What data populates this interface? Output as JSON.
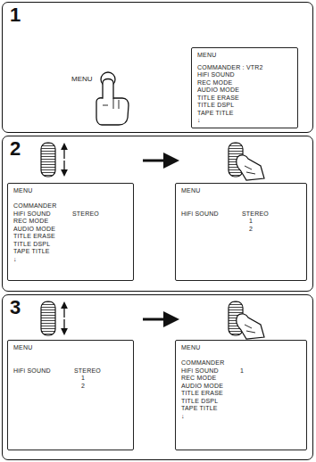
{
  "diagram": {
    "nodes": [
      {
        "text": [
          "1"
        ]
      },
      {
        "text": [
          "MENU",
          "COMMANDER : VTR2",
          "HiFi SOUND",
          "REC MODE",
          "AUDIO MODE",
          "TITLE ERASE",
          "TITLE DSPL",
          "TAPE TITLE",
          "↓"
        ],
        "in": 0
      },
      {
        "text": [
          "2"
        ]
      },
      {
        "text": [
          "MENU",
          "COMMANDER",
          "HiFi SOUND",
          "STEREO",
          "REC MODE",
          "AUDIO MODE",
          "TITLE ERASE",
          "TITLE DSPL",
          "TAPE TITLE",
          "↓"
        ],
        "in": 2
      },
      {
        "text": [
          "MENU",
          "HiFi SOUND",
          "STEREO",
          "1",
          "2"
        ],
        "in": 2
      },
      {
        "text": [
          "3"
        ]
      },
      {
        "text": [
          "MENU",
          "HiFi SOUND",
          "STEREO",
          "1",
          "2"
        ],
        "in": 5
      },
      {
        "text": [
          "MENU",
          "COMMANDER",
          "HiFi SOUND",
          "1",
          "REC MODE",
          "AUDIO MODE",
          "TITLE ERASE",
          "TITLE DSPL",
          "TAPE TITLE",
          "↓"
        ],
        "in": 5
      }
    ],
    "labels": [
      "MENU"
    ]
  }
}
